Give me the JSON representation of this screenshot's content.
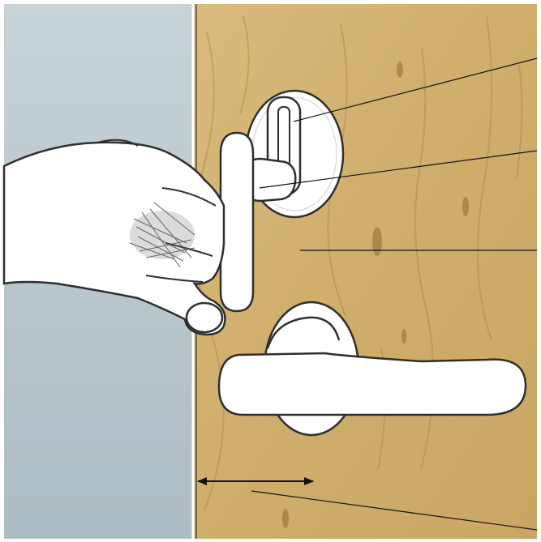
{
  "illustration": {
    "subject": "door-handle-with-hand",
    "colors": {
      "wall": "#b9c7cd",
      "wall_light": "#dbe3e6",
      "door": "#d2b171",
      "door_dark": "#b48f4e",
      "hardware": "#ffffff",
      "outline": "#2f2f2f",
      "leader": "#111111"
    },
    "callouts": [
      {
        "name": "slot-cylinder"
      },
      {
        "name": "knob"
      },
      {
        "name": "door-leaf"
      },
      {
        "name": "backset-measure"
      }
    ],
    "dimension_marker": {
      "type": "double-arrow",
      "label": ""
    }
  }
}
